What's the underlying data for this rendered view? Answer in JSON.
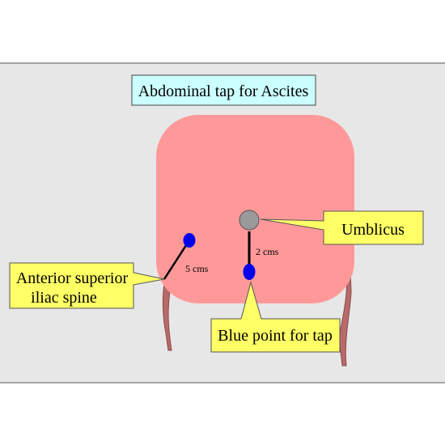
{
  "title": "Abdominal tap for Ascites",
  "labels": {
    "umbilicus": "Umblicus",
    "asis_line1": "Anterior superior",
    "asis_line2": "iliac spine",
    "tap_point": "Blue point for tap"
  },
  "measurements": {
    "umbilicus_to_tap": "2 cms",
    "asis_to_point": "5 cms"
  },
  "colors": {
    "slide_background": "#e7e7e7",
    "abdomen_fill": "#ff9999",
    "title_box_fill": "#ccffff",
    "callout_fill": "#ffff66",
    "blue_point": "#0000ee",
    "umbilicus_fill": "#9a9a9a",
    "leg_outline": "#b86a6a"
  }
}
